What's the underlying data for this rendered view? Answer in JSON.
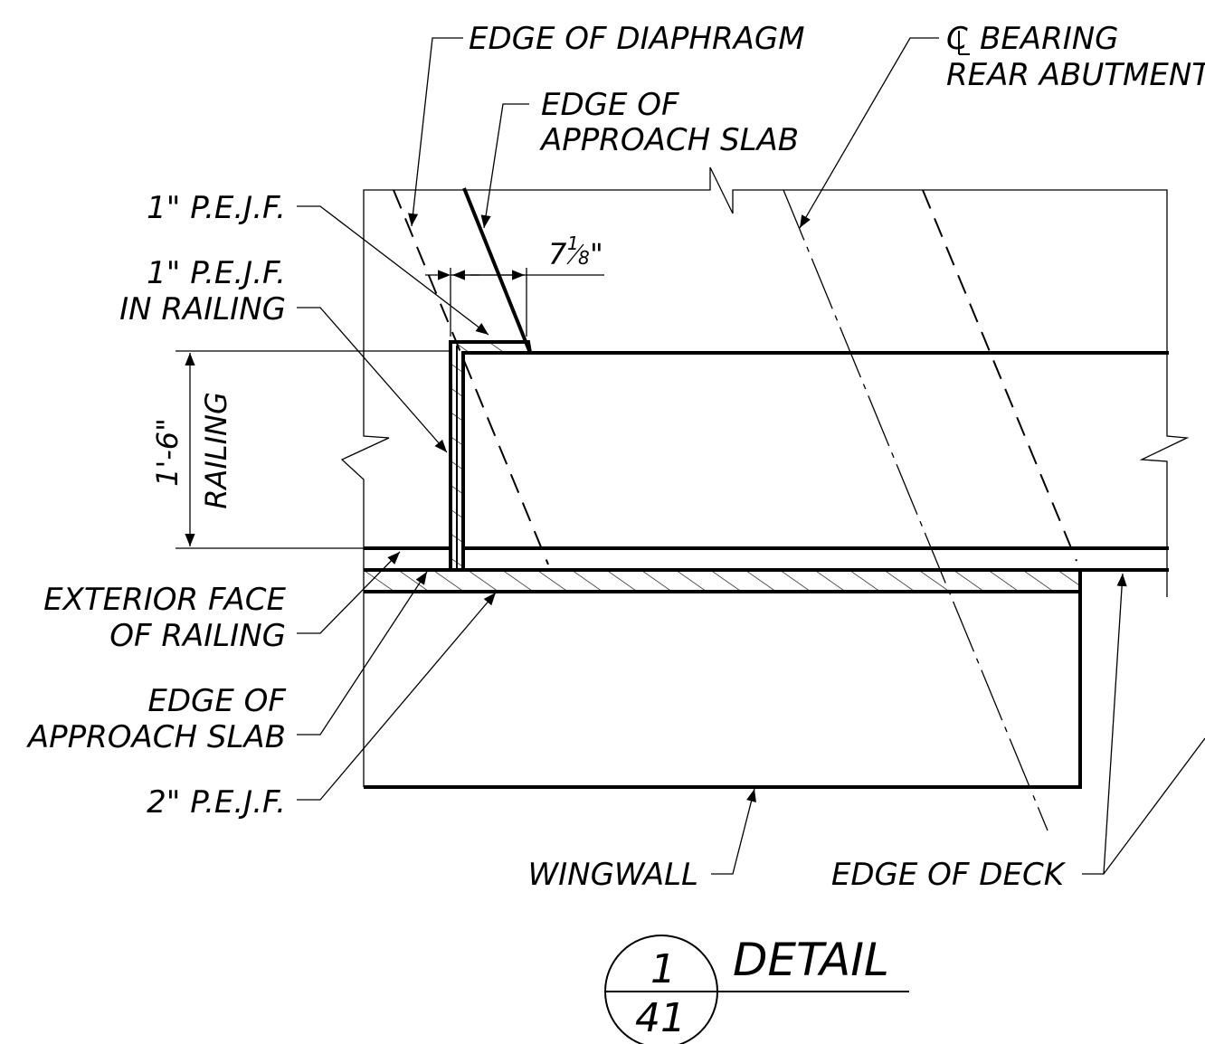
{
  "labels": {
    "edge_of_diaphragm": "EDGE OF DIAPHRAGM",
    "cl_bearing_line1": "BEARING",
    "cl_bearing_line2": "REAR ABUTMENT",
    "edge_of_approach_slab_top_line1": "EDGE OF",
    "edge_of_approach_slab_top_line2": "APPROACH SLAB",
    "pejf_1in": "1\" P.E.J.F.",
    "pejf_1in_railing_line1": "1\" P.E.J.F.",
    "pejf_1in_railing_line2": "IN RAILING",
    "exterior_face_line1": "EXTERIOR FACE",
    "exterior_face_line2": "OF RAILING",
    "edge_of_approach_slab_bottom_line1": "EDGE OF",
    "edge_of_approach_slab_bottom_line2": "APPROACH SLAB",
    "pejf_2in": "2\" P.E.J.F.",
    "wingwall": "WINGWALL",
    "edge_of_deck": "EDGE OF DECK"
  },
  "dimensions": {
    "gap_whole": "7",
    "gap_num": "1",
    "gap_den": "8",
    "gap_unit": "\"",
    "railing_height": "1'-6\"",
    "railing_label": "RAILING"
  },
  "title_block": {
    "title": "DETAIL",
    "detail_number": "1",
    "sheet_number": "41"
  }
}
